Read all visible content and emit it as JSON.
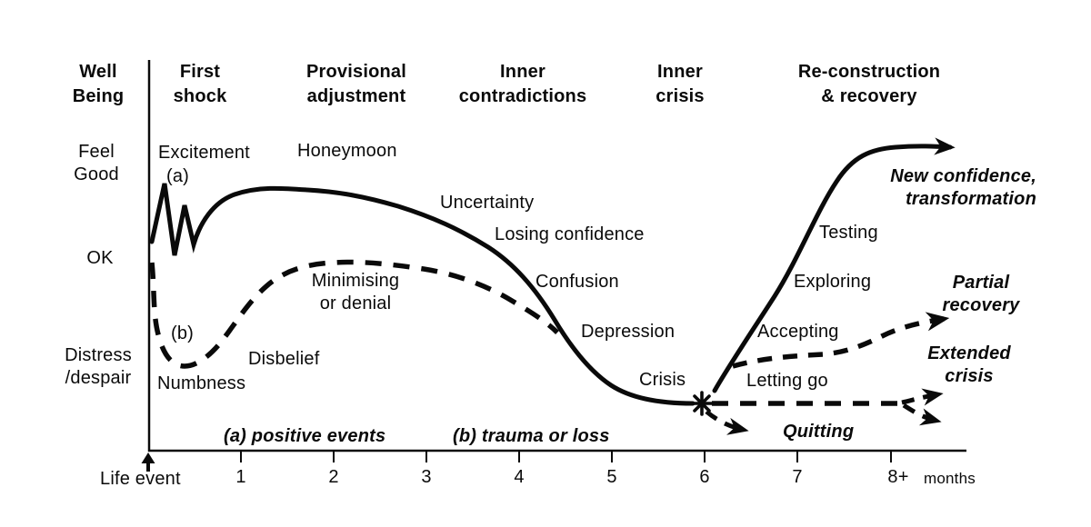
{
  "figure": {
    "background": "#ffffff",
    "ink": "#0a0a0a",
    "description": "Transition curve: well-being over months following a life event"
  },
  "y_axis": {
    "title": "Well\nBeing",
    "levels": [
      "Feel\nGood",
      "OK",
      "Distress\n/despair"
    ]
  },
  "x_axis": {
    "origin_label": "Life event",
    "ticks": [
      "1",
      "2",
      "3",
      "4",
      "5",
      "6",
      "7",
      "8+"
    ],
    "unit": "months"
  },
  "phases": {
    "first_shock": "First\nshock",
    "provisional_adjustment": "Provisional\nadjustment",
    "inner_contradictions": "Inner\ncontradictions",
    "inner_crisis": "Inner\ncrisis",
    "reconstruction": "Re-construction\n& recovery"
  },
  "labels": {
    "excitement": "Excitement",
    "a_marker": "(a)",
    "honeymoon": "Honeymoon",
    "uncertainty": "Uncertainty",
    "losing_confidence": "Losing confidence",
    "confusion": "Confusion",
    "minimising": "Minimising\nor denial",
    "depression": "Depression",
    "disbelief": "Disbelief",
    "numbness": "Numbness",
    "b_marker": "(b)",
    "crisis": "Crisis",
    "testing": "Testing",
    "exploring": "Exploring",
    "accepting": "Accepting",
    "letting_go": "Letting go",
    "new_confidence": "New confidence,\ntransformation",
    "partial_recovery": "Partial\nrecovery",
    "extended_crisis": "Extended\ncrisis",
    "quitting": "Quitting",
    "legend_a": "(a) positive events",
    "legend_b": "(b) trauma or loss"
  }
}
